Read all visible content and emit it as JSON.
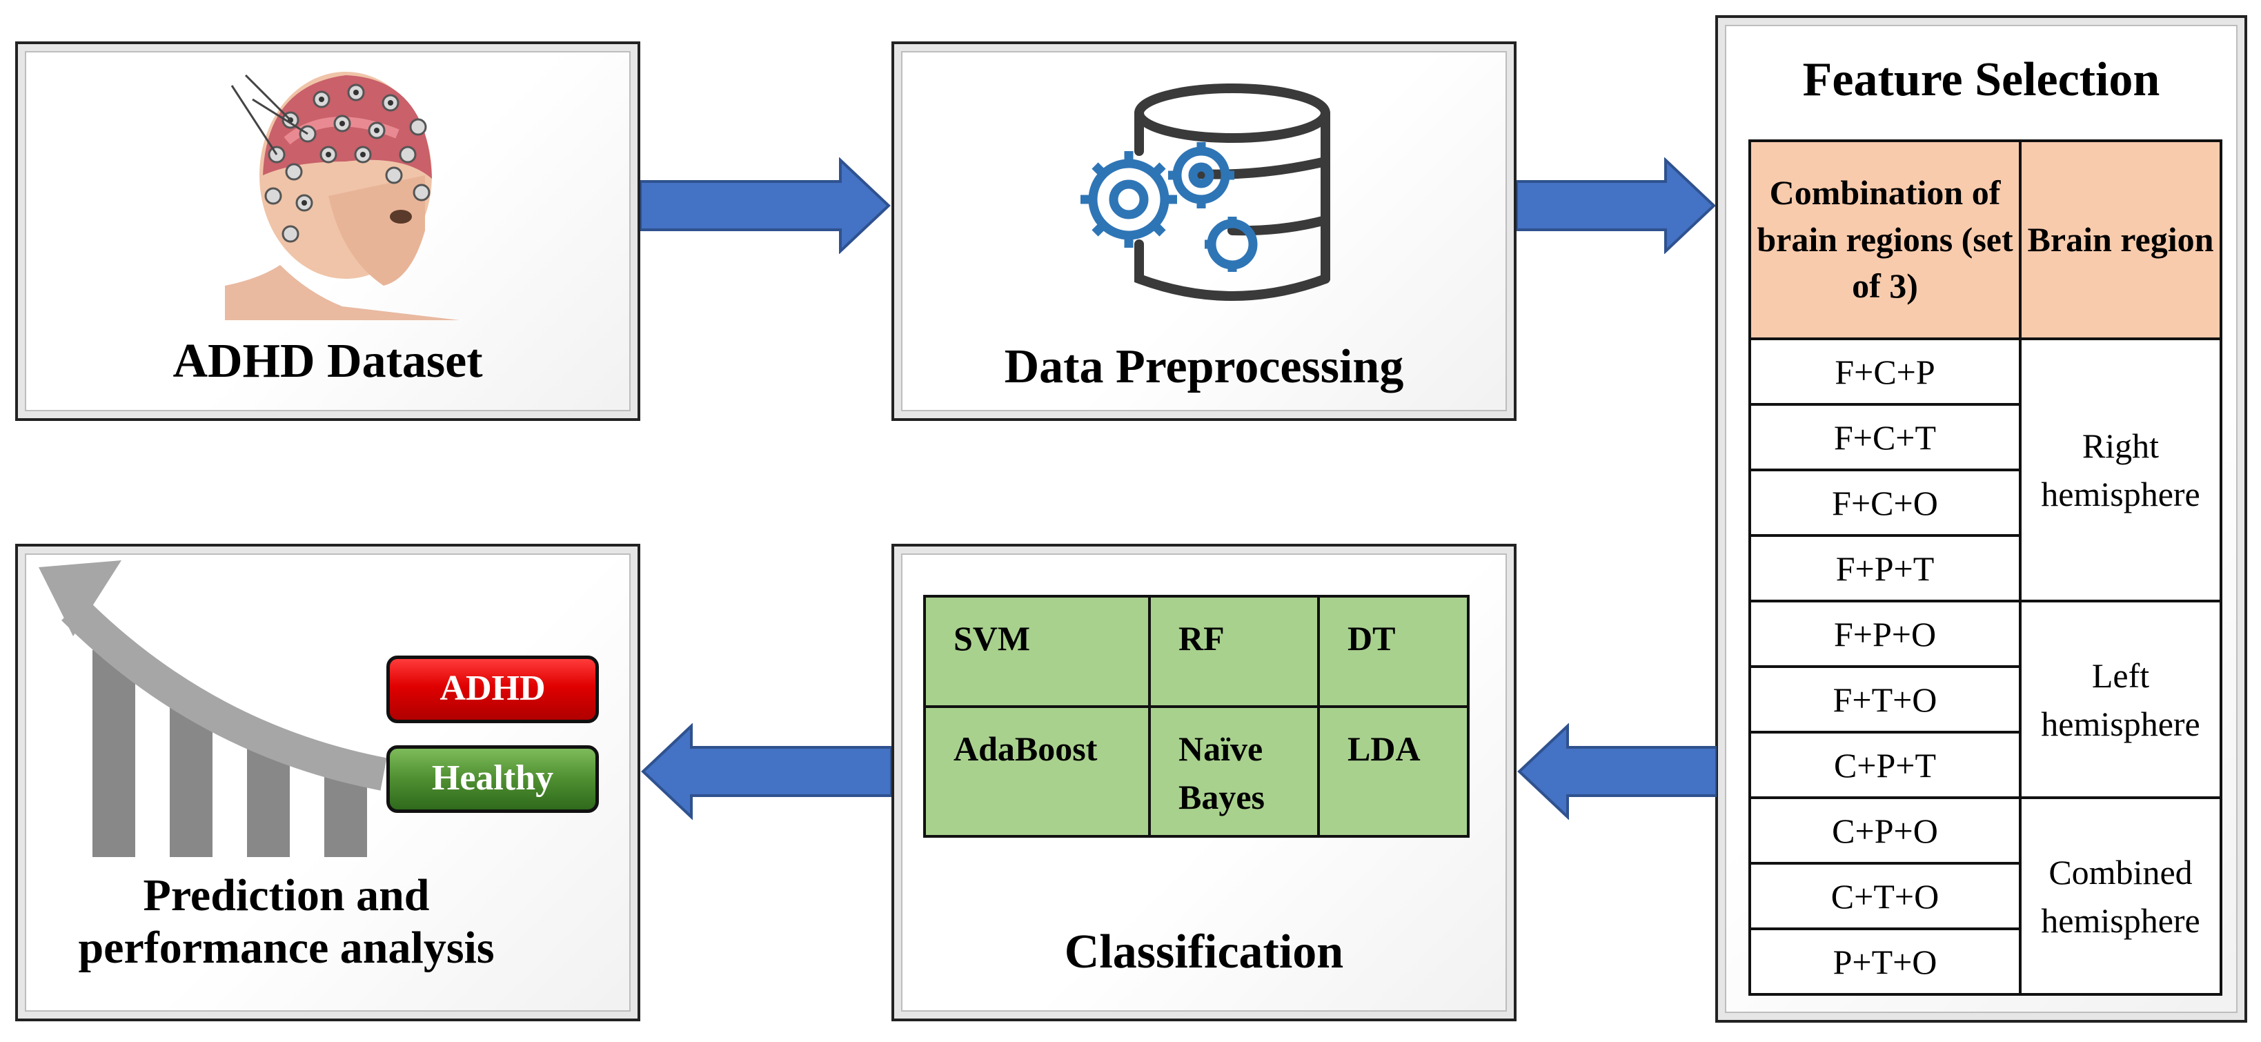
{
  "nodes": {
    "dataset": {
      "label": "ADHD Dataset"
    },
    "preprocessing": {
      "label": "Data Preprocessing"
    },
    "feature_selection": {
      "label": "Feature Selection",
      "headers": [
        "Combination of brain regions (set of 3)",
        "Brain region"
      ],
      "groups": [
        {
          "region": "Right hemisphere",
          "combos": [
            "F+C+P",
            "F+C+T",
            "F+C+O",
            "F+P+T"
          ]
        },
        {
          "region": "Left hemisphere",
          "combos": [
            "F+P+O",
            "F+T+O",
            "C+P+T"
          ]
        },
        {
          "region": "Combined hemisphere",
          "combos": [
            "C+P+O",
            "C+T+O",
            "P+T+O"
          ]
        }
      ]
    },
    "classification": {
      "label": "Classification",
      "classifiers": [
        [
          "SVM",
          "RF",
          "DT"
        ],
        [
          "AdaBoost",
          "Naïve Bayes",
          "LDA"
        ]
      ]
    },
    "prediction": {
      "label": "Prediction and performance analysis",
      "outcomes": [
        "ADHD",
        "Healthy"
      ]
    }
  },
  "edges": [
    {
      "from": "dataset",
      "to": "preprocessing"
    },
    {
      "from": "preprocessing",
      "to": "feature_selection"
    },
    {
      "from": "feature_selection",
      "to": "classification"
    },
    {
      "from": "classification",
      "to": "prediction"
    }
  ],
  "colors": {
    "arrow": "#4472c4",
    "table_header": "#f8cbad",
    "classifier_cell": "#a9d18e",
    "adhd_badge": "#e00000",
    "healthy_badge": "#4f8f31",
    "icon": "#2e75b6"
  }
}
